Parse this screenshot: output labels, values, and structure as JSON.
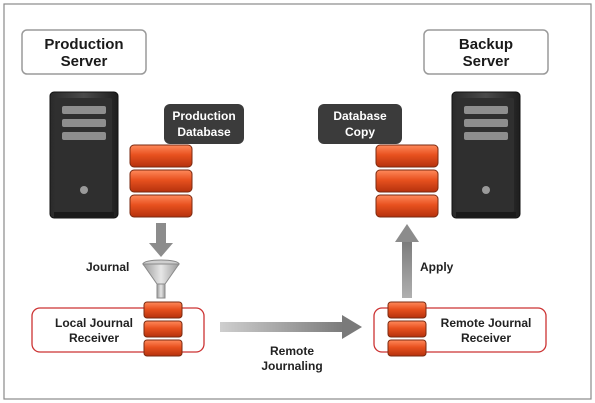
{
  "production_server": {
    "line1": "Production",
    "line2": "Server"
  },
  "backup_server": {
    "line1": "Backup",
    "line2": "Server"
  },
  "production_database": {
    "line1": "Production",
    "line2": "Database"
  },
  "database_copy": {
    "line1": "Database",
    "line2": "Copy"
  },
  "journal_label": "Journal",
  "apply_label": "Apply",
  "local_receiver": {
    "line1": "Local Journal",
    "line2": "Receiver"
  },
  "remote_receiver": {
    "line1": "Remote Journal",
    "line2": "Receiver"
  },
  "remote_journaling": {
    "line1": "Remote",
    "line2": "Journaling"
  },
  "colors": {
    "disk_top": "#f26b3a",
    "disk_bottom": "#c8360f",
    "tag_bg": "#3b3b3b",
    "receiver_border": "#cc3333",
    "arrow": "#8c8c8c"
  }
}
